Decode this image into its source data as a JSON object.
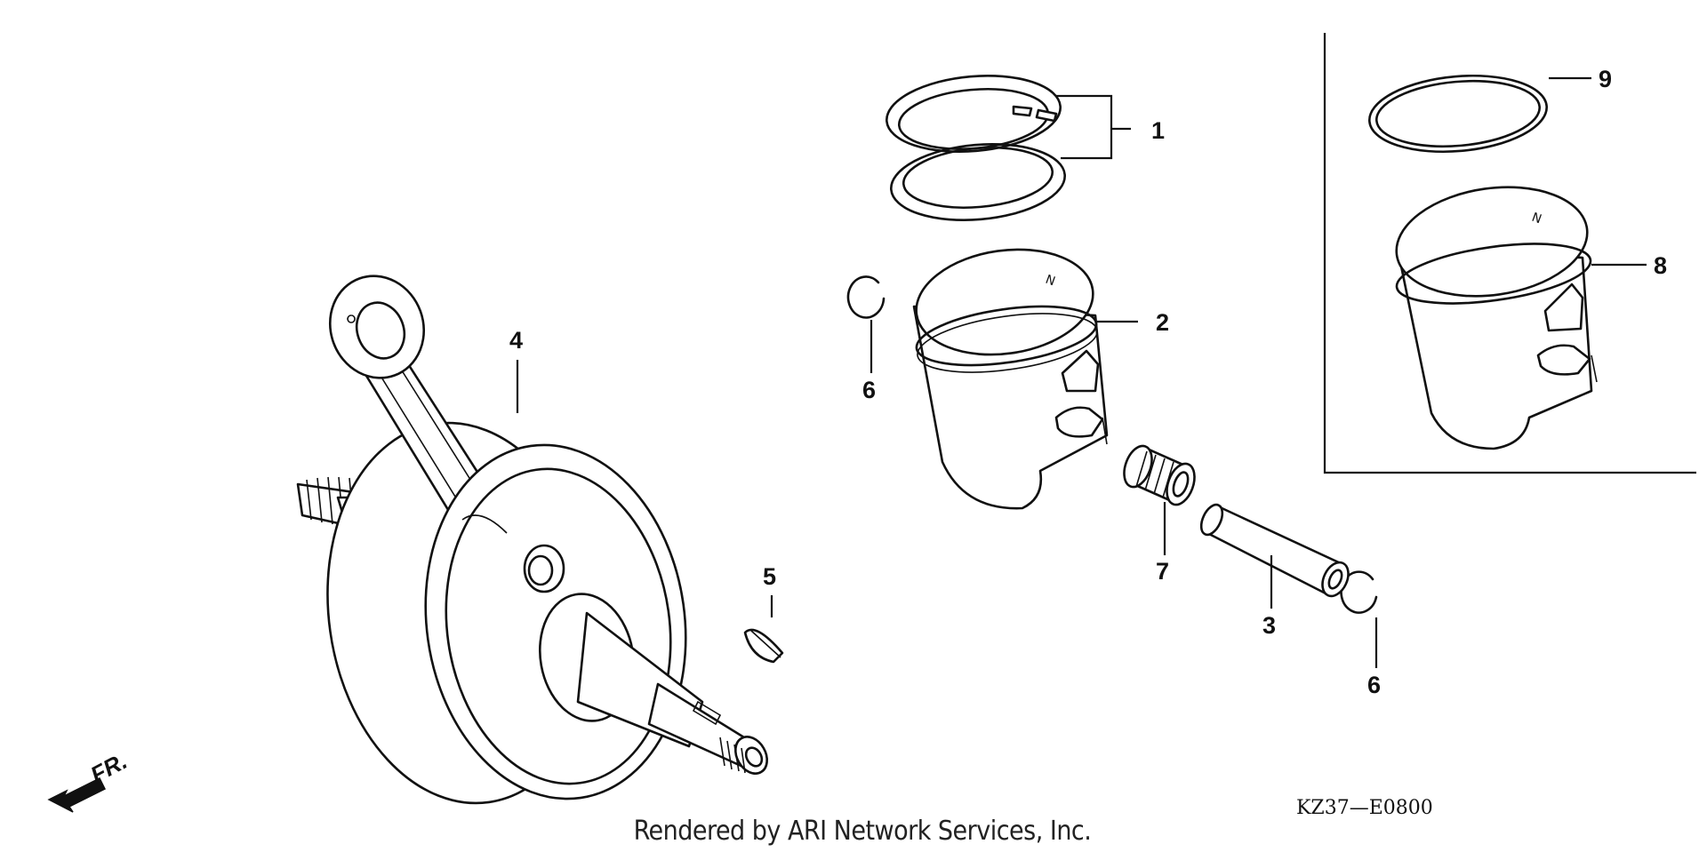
{
  "callouts": [
    {
      "id": "1",
      "label": "1"
    },
    {
      "id": "2",
      "label": "2"
    },
    {
      "id": "3",
      "label": "3"
    },
    {
      "id": "4",
      "label": "4"
    },
    {
      "id": "5",
      "label": "5"
    },
    {
      "id": "6a",
      "label": "6"
    },
    {
      "id": "6b",
      "label": "6"
    },
    {
      "id": "7",
      "label": "7"
    },
    {
      "id": "8",
      "label": "8"
    },
    {
      "id": "9",
      "label": "9"
    }
  ],
  "direction_label": "FR.",
  "diagram_code": "KZ37—E0800",
  "piston_marks": [
    "N",
    "N"
  ],
  "footer": "Rendered by ARI Network Services, Inc."
}
